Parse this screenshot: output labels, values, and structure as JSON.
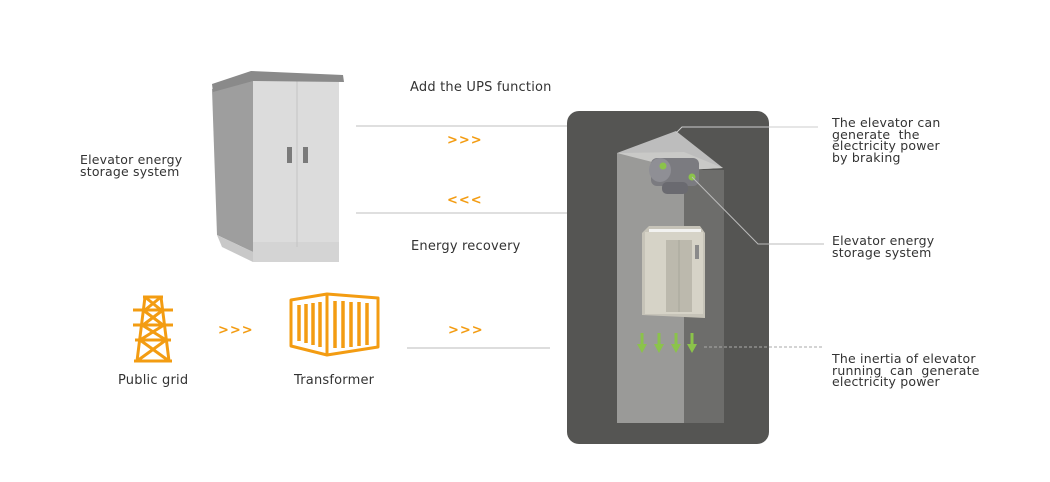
{
  "diagram": {
    "left_label": "Elevator energy\nstorage system",
    "top_flow_label": "Add the UPS function",
    "bottom_flow_label": "Energy recovery",
    "forward_chevrons": ">>>",
    "backward_chevrons": "<<<",
    "grid_label": "Public grid",
    "transformer_label": "Transformer",
    "right_labels": [
      "The elevator can\ngenerate  the\nelectricity power\nby braking",
      "Elevator energy\nstorage system",
      "The inertia of elevator\nrunning  can  generate\nelectricity power"
    ],
    "colors": {
      "accent_orange": "#f39c12",
      "accent_green": "#8bc34a",
      "shaft_panel": "#555553"
    }
  }
}
